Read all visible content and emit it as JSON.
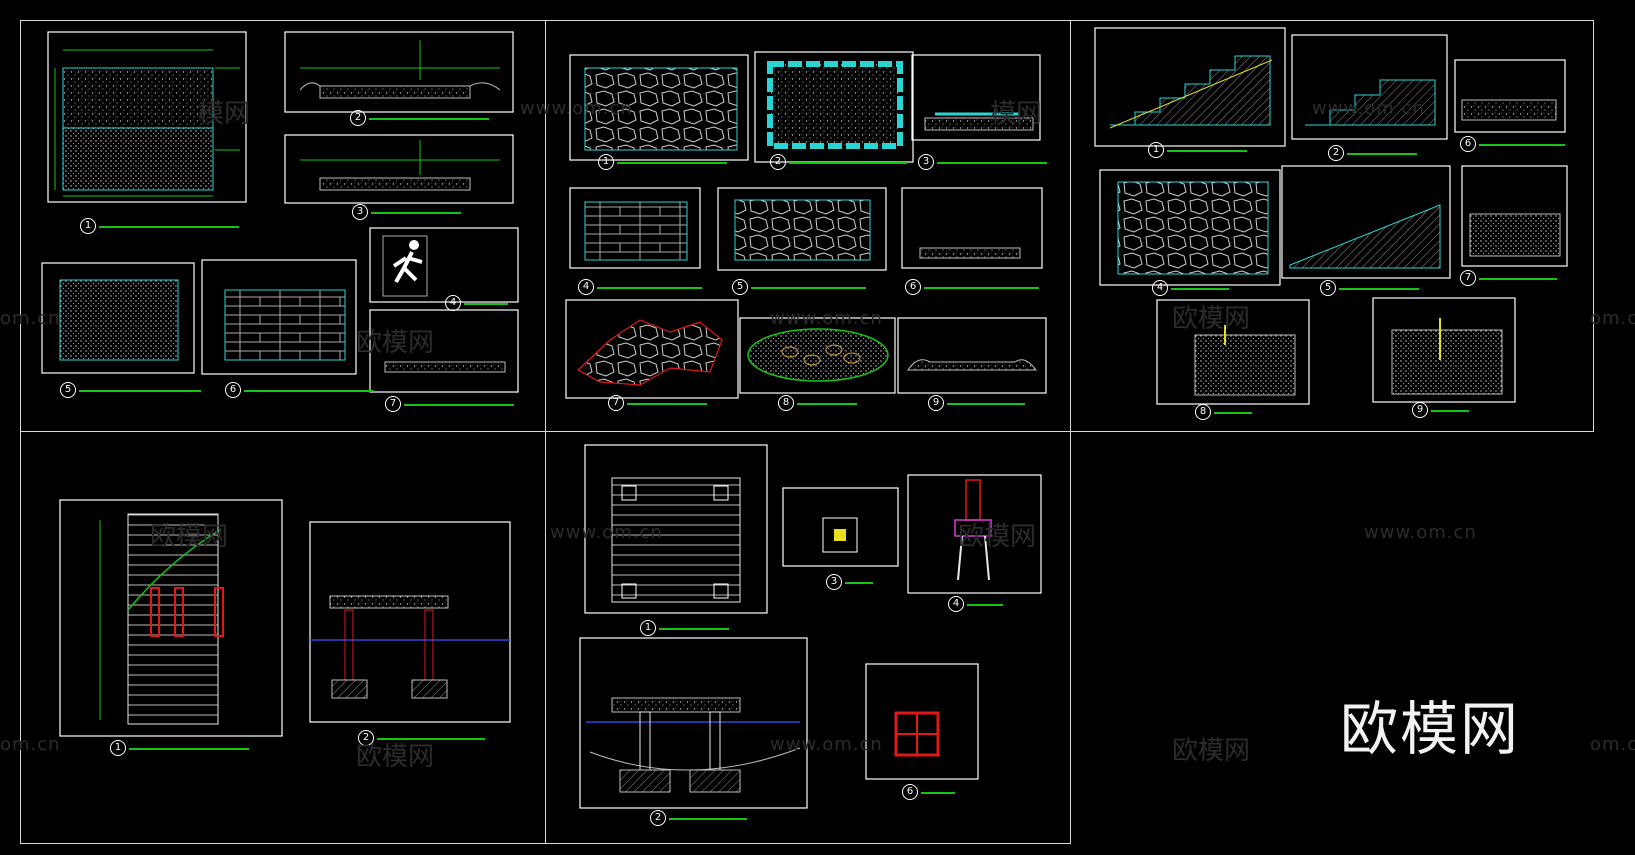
{
  "watermarks": {
    "site": "www.om.cn",
    "site_short": "om.cn",
    "name": "欧模网",
    "name_fragment": "模网"
  },
  "brand_logo": "欧模网",
  "panels": [
    {
      "id": "sheet-top-left"
    },
    {
      "id": "sheet-top-middle"
    },
    {
      "id": "sheet-top-right"
    },
    {
      "id": "sheet-bottom-left"
    },
    {
      "id": "sheet-bottom-middle"
    }
  ],
  "detail_labels": [
    {
      "num": "1"
    },
    {
      "num": "2"
    },
    {
      "num": "3"
    },
    {
      "num": "4"
    },
    {
      "num": "5"
    },
    {
      "num": "6"
    },
    {
      "num": "7"
    },
    {
      "num": "8"
    },
    {
      "num": "9"
    }
  ],
  "colors": {
    "background": "#000000",
    "border": "#d8d8d8",
    "frame": "#ffffff",
    "dim": "#16c416",
    "tile": "#2ad4d4",
    "hatch": "#bdbdbd",
    "accent_red": "#e01818",
    "accent_magenta": "#d83bd8",
    "accent_yellow": "#e6e020",
    "water": "#2a48d8",
    "watermark": "#2c2c2c"
  }
}
